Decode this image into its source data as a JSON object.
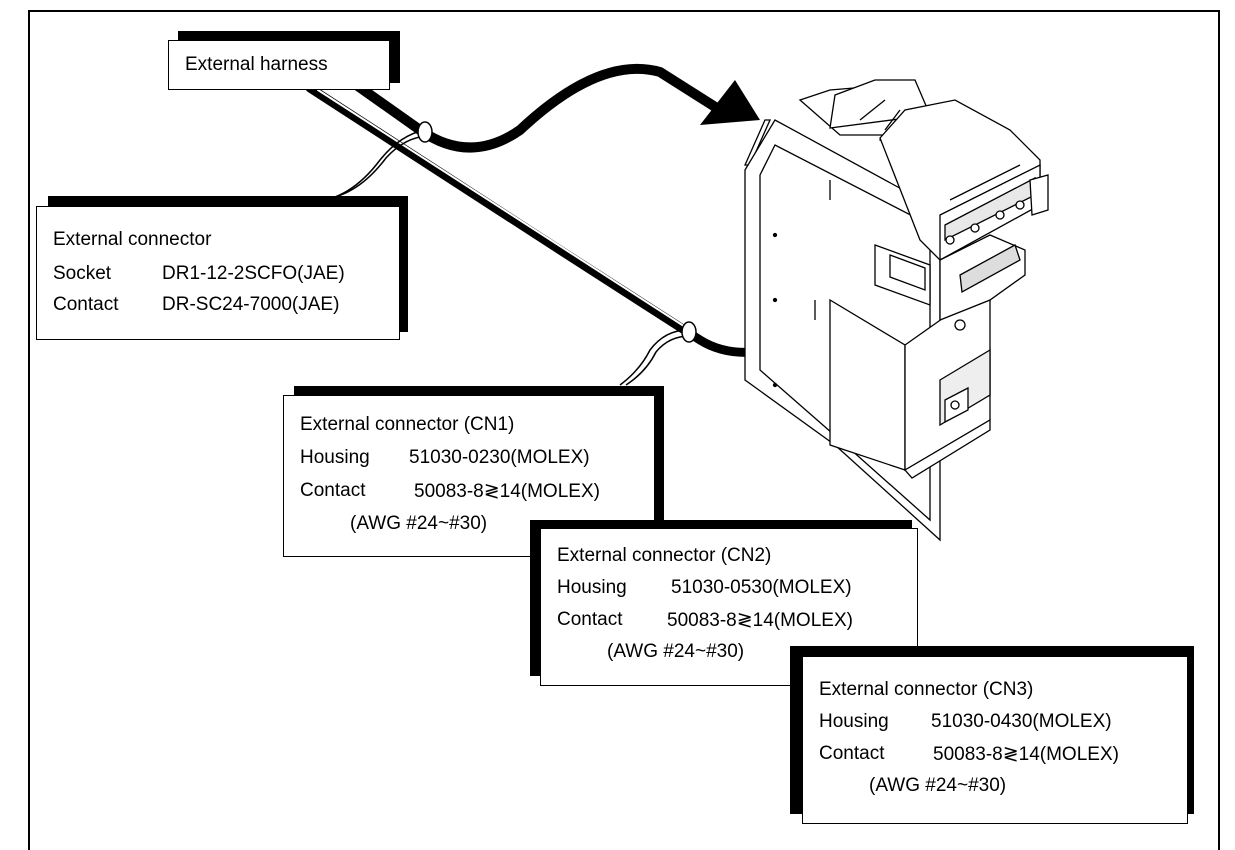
{
  "harness_label": "External harness",
  "connector_main": {
    "title": "External connector",
    "rows": [
      {
        "key": "Socket",
        "value": "DR1-12-2SCFO(JAE)"
      },
      {
        "key": "Contact",
        "value": "DR-SC24-7000(JAE)"
      }
    ]
  },
  "cn1": {
    "title": "External connector (CN1)",
    "housing_key": "Housing",
    "housing_value": "51030-0230(MOLEX)",
    "contact_key": "Contact",
    "contact_value": "50083-8≷14(MOLEX)",
    "awg": "(AWG #24~#30)"
  },
  "cn2": {
    "title": "External connector (CN2)",
    "housing_key": "Housing",
    "housing_value": "51030-0530(MOLEX)",
    "contact_key": "Contact",
    "contact_value": "50083-8≷14(MOLEX)",
    "awg": "(AWG #24~#30)"
  },
  "cn3": {
    "title": "External connector (CN3)",
    "housing_key": "Housing",
    "housing_value": "51030-0430(MOLEX)",
    "contact_key": "Contact",
    "contact_value": "50083-8≷14(MOLEX)",
    "awg": "(AWG #24~#30)"
  },
  "colors": {
    "line": "#000000",
    "background": "#ffffff"
  }
}
